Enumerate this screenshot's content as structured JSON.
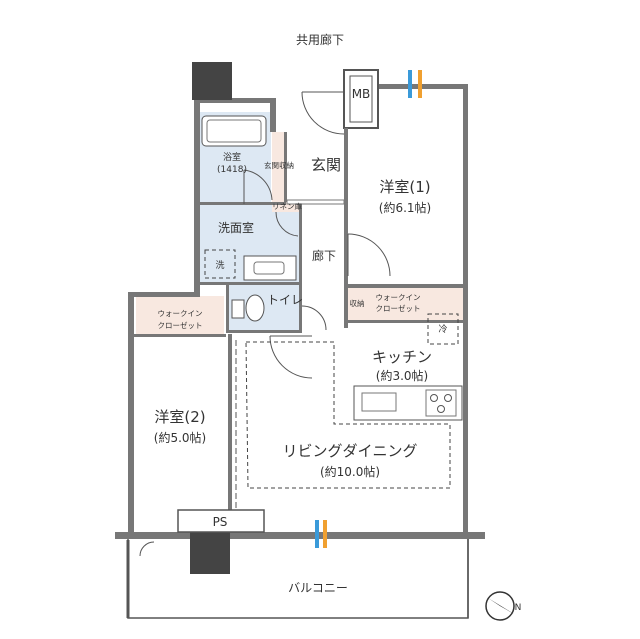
{
  "title": "",
  "labels": {
    "corridor": "共用廊下",
    "mb": "MB",
    "western1": "洋室(1)",
    "western1_size": "(約6.1帖)",
    "entrance": "玄関",
    "entrance_storage": "玄関収納",
    "linen": "リネン庫",
    "bath": "浴室",
    "bath_size": "(1418)",
    "washroom": "洗面室",
    "washer": "洗",
    "hallway": "廊下",
    "toilet": "トイレ",
    "wic_left": "ウォークイン",
    "wic_left2": "クローゼット",
    "storage": "収納",
    "wic_right": "ウォークイン",
    "wic_right2": "クローゼット",
    "fridge": "冷",
    "kitchen": "キッチン",
    "kitchen_size": "(約3.0帖)",
    "western2": "洋室(2)",
    "western2_size": "(約5.0帖)",
    "ldk": "リビングダイニング",
    "ldk_size": "(約10.0帖)",
    "ps": "PS",
    "balcony": "バルコニー",
    "north": "N"
  },
  "colors": {
    "wall": "#777777",
    "pillar": "#444444",
    "wetarea": "#dde8f3",
    "closet": "#f8e8e0",
    "accent_blue": "#3a9ad9",
    "accent_orange": "#f0a030"
  }
}
